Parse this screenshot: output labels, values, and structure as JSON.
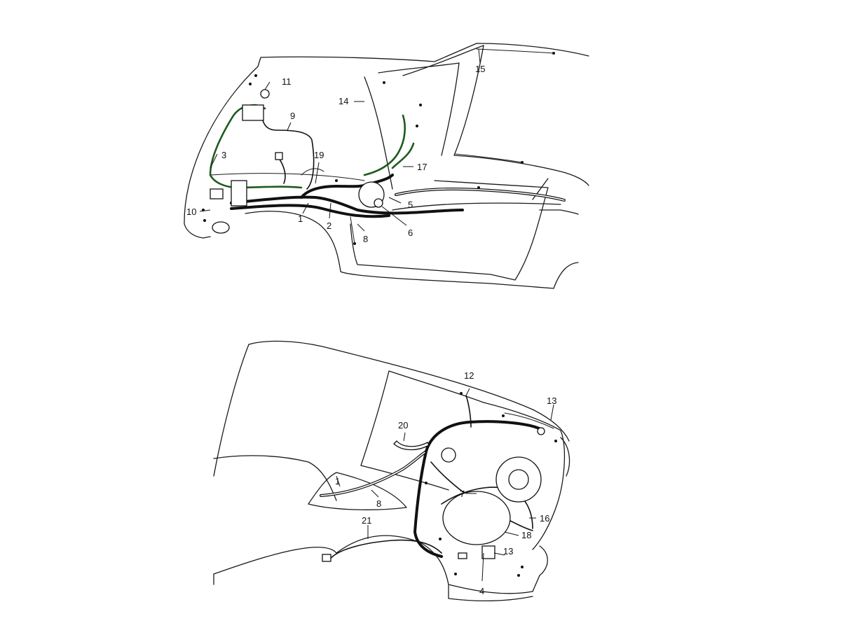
{
  "colors": {
    "line": "#1a1a1a",
    "harness": "#111111",
    "accent_wiring": "#1f5a1f",
    "background": "#ffffff"
  },
  "callouts": {
    "c1a": "1",
    "c2": "2",
    "c3": "3",
    "c5": "5",
    "c6": "6",
    "c8a": "8",
    "c9": "9",
    "c10": "10",
    "c11": "11",
    "c14": "14",
    "c15": "15",
    "c17": "17",
    "c19": "19",
    "c1b": "1",
    "c4": "4",
    "c7": "7",
    "c8b": "8",
    "c12": "12",
    "c13a": "13",
    "c13b": "13",
    "c16": "16",
    "c18": "18",
    "c20": "20",
    "c21": "21"
  }
}
